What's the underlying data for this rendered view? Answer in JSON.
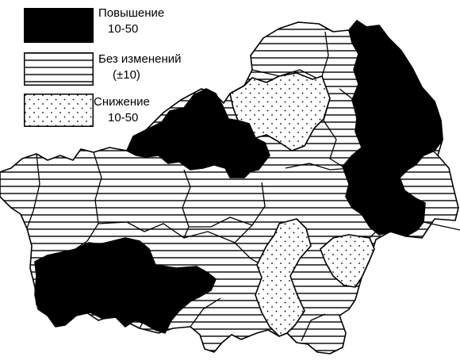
{
  "legend": {
    "increase": {
      "line1": "Повышение",
      "line2": "10-50",
      "fill": "black"
    },
    "nochange": {
      "line1": "Без изменений",
      "line2": "(±10)",
      "fill": "horizontal-lines"
    },
    "decrease": {
      "line1": "Снижение",
      "line2": "10-50",
      "fill": "dots"
    }
  },
  "colors": {
    "ink": "#000000",
    "paper": "#ffffff"
  }
}
